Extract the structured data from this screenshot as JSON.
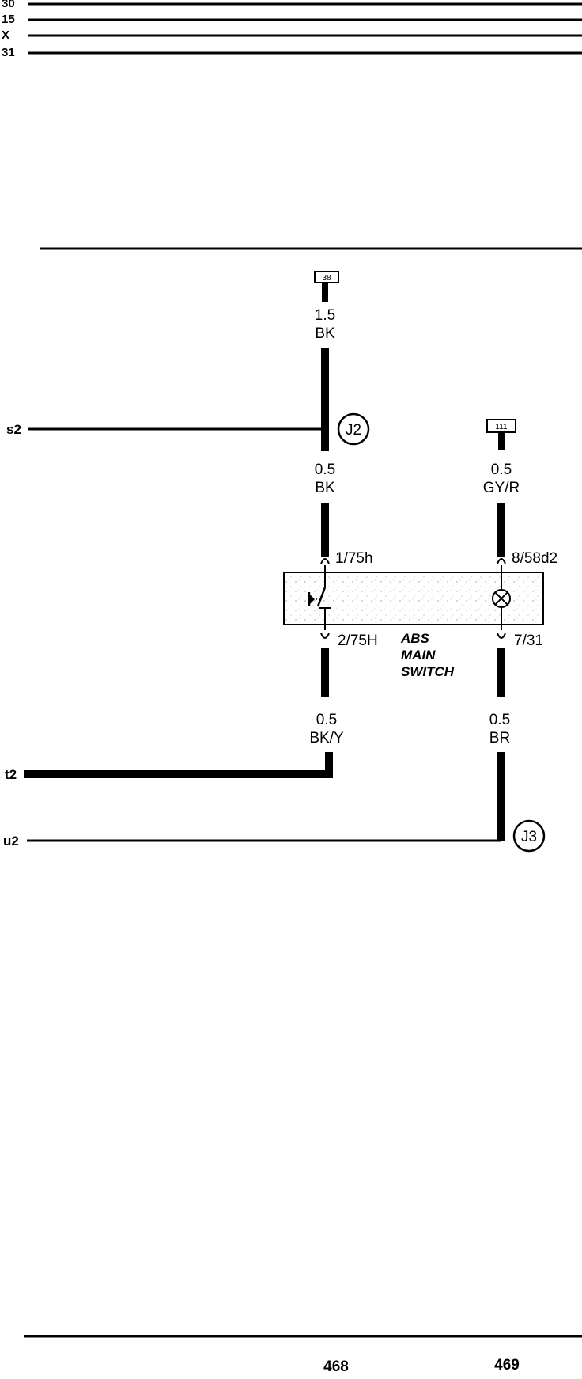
{
  "bus_lines": [
    "30",
    "15",
    "X",
    "31"
  ],
  "connectors": {
    "top_left": "38",
    "top_right": "111",
    "splice_upper": "J2",
    "splice_lower": "J3"
  },
  "wires": {
    "w1_size": "1.5",
    "w1_color": "BK",
    "w2_size": "0.5",
    "w2_color": "BK",
    "w3_size": "0.5",
    "w3_color": "GY/R",
    "w4_size": "0.5",
    "w4_color": "BK/Y",
    "w5_size": "0.5",
    "w5_color": "BR"
  },
  "pins": {
    "switch_in": "1/75h",
    "switch_out": "2/75H",
    "lamp_in": "8/58d2",
    "lamp_out": "7/31"
  },
  "component": {
    "line1": "ABS",
    "line2": "MAIN",
    "line3": "SWITCH"
  },
  "edge_refs": {
    "s2": "s2",
    "t2": "t2",
    "u2": "u2"
  },
  "page_numbers": [
    "468",
    "469"
  ]
}
